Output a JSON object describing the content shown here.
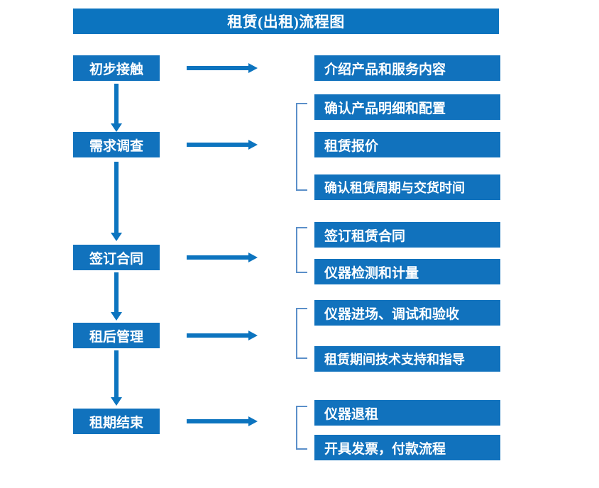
{
  "title": "租赁(出租)流程图",
  "colors": {
    "banner": "#0C74BF",
    "box": "#1172BD",
    "arrow": "#0C74BF",
    "bracket": "#5B8FC9",
    "text": "#FFFFFF",
    "background": "#FFFFFF"
  },
  "stages": [
    {
      "label": "初步接触"
    },
    {
      "label": "需求调查"
    },
    {
      "label": "签订合同"
    },
    {
      "label": "租后管理"
    },
    {
      "label": "租期结束"
    }
  ],
  "details": [
    {
      "label": "介绍产品和服务内容"
    },
    {
      "label": "确认产品明细和配置"
    },
    {
      "label": "租赁报价"
    },
    {
      "label": "确认租赁周期与交货时间"
    },
    {
      "label": "签订租赁合同"
    },
    {
      "label": "仪器检测和计量"
    },
    {
      "label": "仪器进场、调试和验收"
    },
    {
      "label": "租赁期间技术支持和指导"
    },
    {
      "label": "仪器退租"
    },
    {
      "label": "开具发票，付款流程"
    }
  ]
}
